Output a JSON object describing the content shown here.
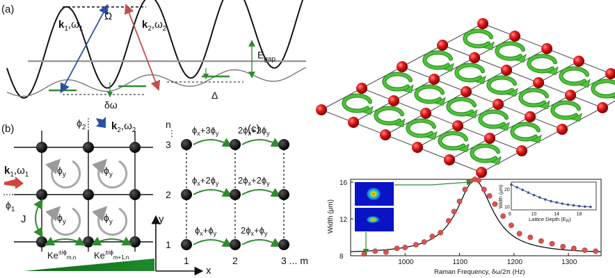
{
  "panel_a": {
    "label": "(a)",
    "k1": "k",
    "k1_sub": "1",
    "k1_omega": ",ω",
    "k1_omega_sub": "1",
    "k2": "k",
    "k2_sub": "2",
    "k2_omega": ",ω",
    "k2_omega_sub": "2",
    "omega_cap": "Ω",
    "egap": "E",
    "egap_sub": "gap",
    "delta": "Δ",
    "delta_omega": "δω",
    "colors": {
      "k1_beam": "#2c4fa3",
      "k2_beam": "#c0504d",
      "band": "#2e8b2e"
    }
  },
  "panel_b": {
    "label": "(b)",
    "phi2": "ϕ",
    "phi2_sub": "2",
    "k2": "k",
    "k2_sub": "2",
    "k2_omega": ",ω",
    "k2_omega_sub": "2",
    "k1": "k",
    "k1_sub": "1",
    "k1_omega": ",ω",
    "k1_omega_sub": "1",
    "phi1": "ϕ",
    "phi1_sub": "1",
    "J": "J",
    "plaquettes": [
      {
        "main": "ϕ",
        "sub": "y"
      },
      {
        "main": "ϕ",
        "sub": "y"
      },
      {
        "main": "ϕ",
        "sub": "y"
      },
      {
        "main": "ϕ",
        "sub": "y"
      }
    ],
    "hop1_main": "Ke",
    "hop1_sup": "±iϕ",
    "hop1_sub": "m,n",
    "hop2_main": "Ke",
    "hop2_sup": "±iϕ",
    "hop2_sub": "m+1,n"
  },
  "panel_c": {
    "label": "(c)",
    "n_label": "n",
    "row_labels": [
      "3",
      "2",
      "1"
    ],
    "col_labels": [
      "1",
      "2",
      "3 ... m"
    ],
    "x_axis": "x",
    "y_axis": "y",
    "phases": [
      [
        {
          "a": "ϕ",
          "as": "x",
          "b": "+3ϕ",
          "bs": "y"
        },
        {
          "a": "2ϕ",
          "as": "x",
          "b": "+3ϕ",
          "bs": "y"
        }
      ],
      [
        {
          "a": "ϕ",
          "as": "x",
          "b": "+2ϕ",
          "bs": "y"
        },
        {
          "a": "2ϕ",
          "as": "x",
          "b": "+2ϕ",
          "bs": "y"
        }
      ],
      [
        {
          "a": "ϕ",
          "as": "x",
          "b": "+ϕ",
          "bs": "y"
        },
        {
          "a": "2ϕ",
          "as": "x",
          "b": "+ϕ",
          "bs": "y"
        }
      ]
    ]
  },
  "lattice_3d": {
    "colors": {
      "site": "#e01010",
      "loop": "#4fc43a",
      "line": "#444444"
    }
  },
  "chart_data": {
    "type": "scatter",
    "xlabel": "Raman Frequency, δω/2π (Hz)",
    "ylabel": "Width (µm)",
    "xlim": [
      900,
      1360
    ],
    "ylim": [
      8,
      16.3
    ],
    "xticks": [
      1000,
      1100,
      1200,
      1300
    ],
    "yticks": [
      8,
      12,
      16
    ],
    "series": [
      {
        "points": [
          [
            925,
            8.2
          ],
          [
            945,
            8.5
          ],
          [
            965,
            8.4
          ],
          [
            985,
            8.8
          ],
          [
            1000,
            8.9
          ],
          [
            1020,
            9.2
          ],
          [
            1035,
            9.5
          ],
          [
            1050,
            10.1
          ],
          [
            1065,
            10.5
          ],
          [
            1080,
            11.8
          ],
          [
            1090,
            12.8
          ],
          [
            1100,
            13.9
          ],
          [
            1110,
            15.2
          ],
          [
            1120,
            16.1
          ],
          [
            1128,
            16.3
          ],
          [
            1135,
            16.2
          ],
          [
            1145,
            15.2
          ],
          [
            1155,
            14.5
          ],
          [
            1165,
            13.6
          ],
          [
            1180,
            12.3
          ],
          [
            1195,
            11.3
          ],
          [
            1210,
            10.4
          ],
          [
            1230,
            10.0
          ],
          [
            1250,
            9.6
          ],
          [
            1270,
            9.3
          ],
          [
            1290,
            9.0
          ],
          [
            1310,
            8.8
          ],
          [
            1330,
            8.6
          ],
          [
            1350,
            8.5
          ]
        ]
      }
    ],
    "fit": {
      "center": 1128,
      "width": 40,
      "amplitude": 8,
      "baseline": 8.2
    },
    "colors": {
      "point": "#d9534f",
      "fit": "#111111"
    },
    "inset": {
      "type": "scatter",
      "xlabel": "Lattice Depth (E",
      "xlabel_sub": "R",
      "ylabel": "Width (µm)",
      "xlim": [
        6,
        21
      ],
      "ylim": [
        8,
        24
      ],
      "xticks": [
        6,
        10,
        14,
        18
      ],
      "yticks": [
        10,
        20
      ],
      "points": [
        [
          6,
          22.5
        ],
        [
          7,
          21
        ],
        [
          8,
          19.5
        ],
        [
          9,
          18
        ],
        [
          10,
          16.5
        ],
        [
          11,
          15.2
        ],
        [
          12,
          14
        ],
        [
          13,
          13
        ],
        [
          14,
          12.3
        ],
        [
          15,
          11.6
        ],
        [
          16,
          11
        ],
        [
          17,
          10.6
        ],
        [
          18,
          10.2
        ],
        [
          19,
          9.9
        ],
        [
          20,
          9.7
        ]
      ],
      "color": "#3b4f9b"
    }
  }
}
